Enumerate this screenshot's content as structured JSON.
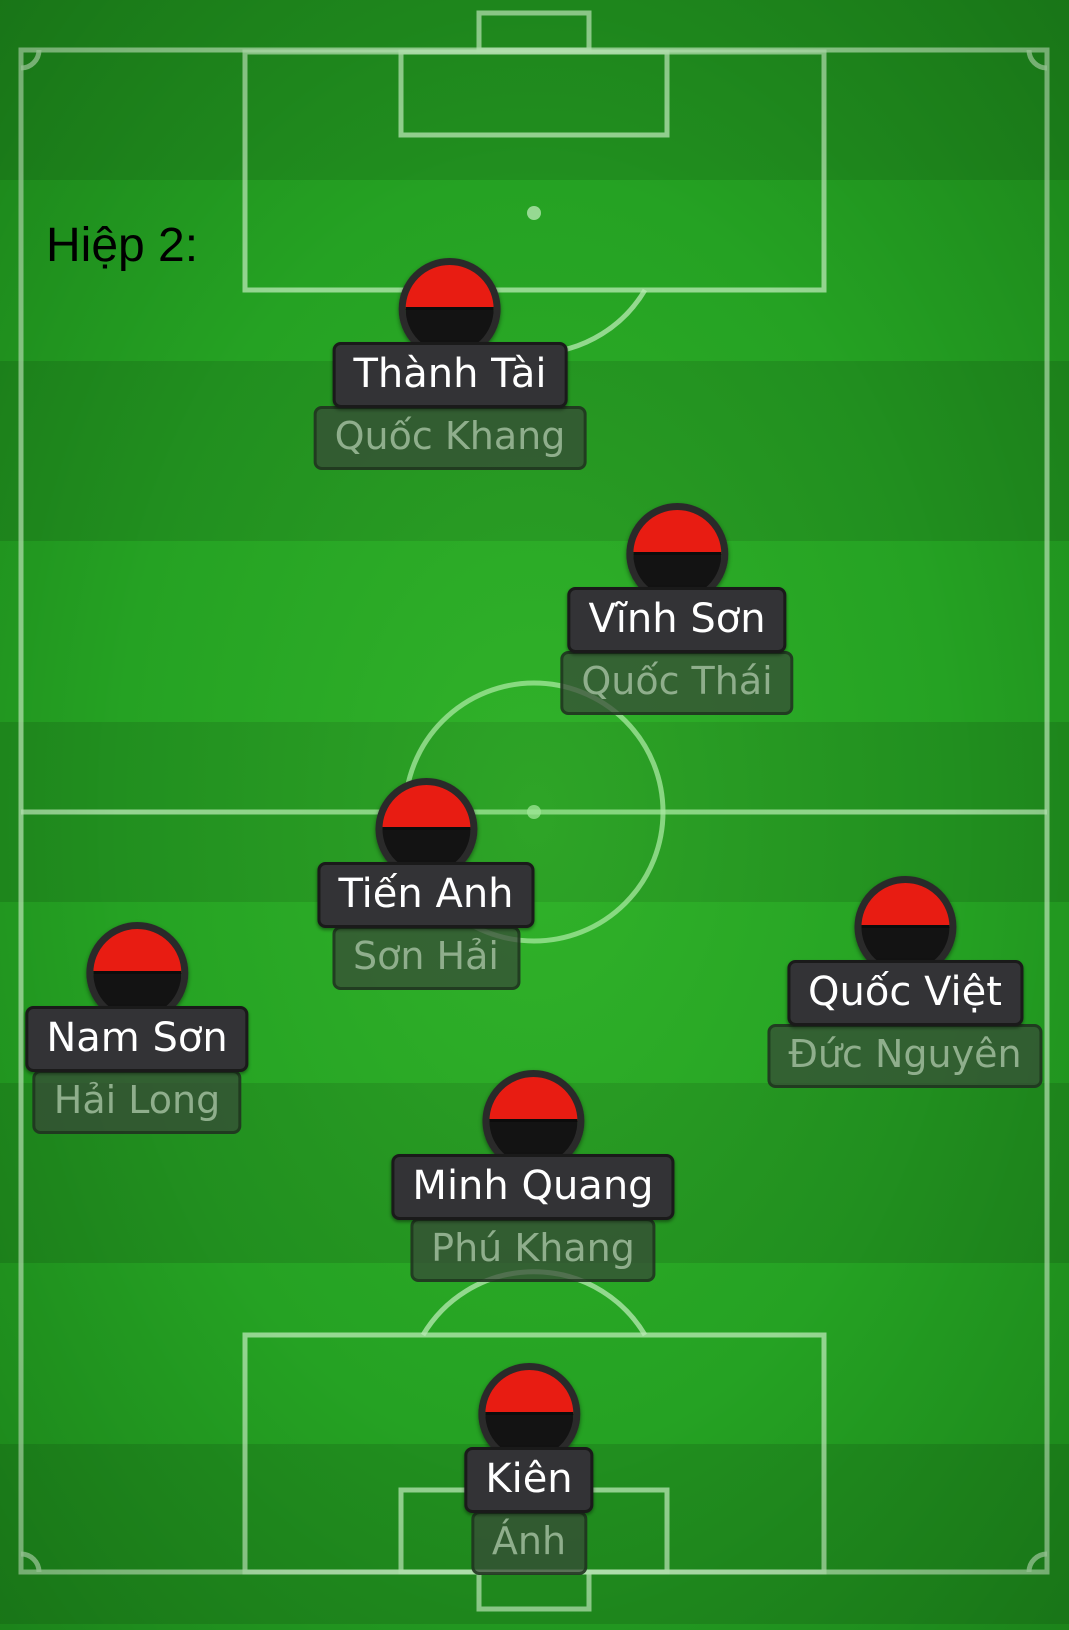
{
  "half_label": "Hiệp 2:",
  "colors": {
    "shirt_top": "#e81c12",
    "shirt_bottom": "#131313",
    "pitch_dark": "#218f1f",
    "pitch_light": "#25a223"
  },
  "players": [
    {
      "name": "Thành Tài",
      "sub": "Quốc Khang"
    },
    {
      "name": "Vĩnh Sơn",
      "sub": "Quốc Thái"
    },
    {
      "name": "Tiến Anh",
      "sub": "Sơn Hải"
    },
    {
      "name": "Nam Sơn",
      "sub": "Hải Long"
    },
    {
      "name": "Quốc Việt",
      "sub": "Đức Nguyên"
    },
    {
      "name": "Minh Quang",
      "sub": "Phú Khang"
    },
    {
      "name": "Kiên",
      "sub": "Ánh"
    }
  ]
}
